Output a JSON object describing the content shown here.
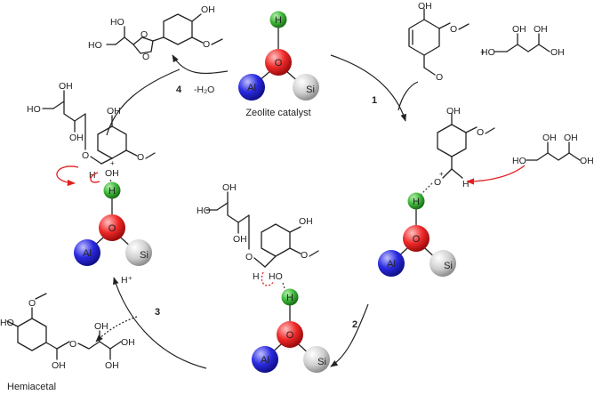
{
  "labels": {
    "catalyst": "Zeolite catalyst",
    "hemiacetal": "Hemiacetal",
    "water_loss": "-H₂O",
    "proton": "H⁺",
    "plus": "+"
  },
  "steps": [
    "1",
    "2",
    "3",
    "4"
  ],
  "atoms": {
    "H": "H",
    "O": "O",
    "Al": "Al",
    "Si": "Si",
    "OH": "OH",
    "HO": "HO",
    "H_small": "H",
    "charge": "+"
  },
  "colors": {
    "hydrogen": "#2ea12e",
    "oxygen": "#ef2020",
    "aluminum": "#2424d8",
    "silicon": "#c4c4c4",
    "mechanism_arrow": "#e02020"
  }
}
